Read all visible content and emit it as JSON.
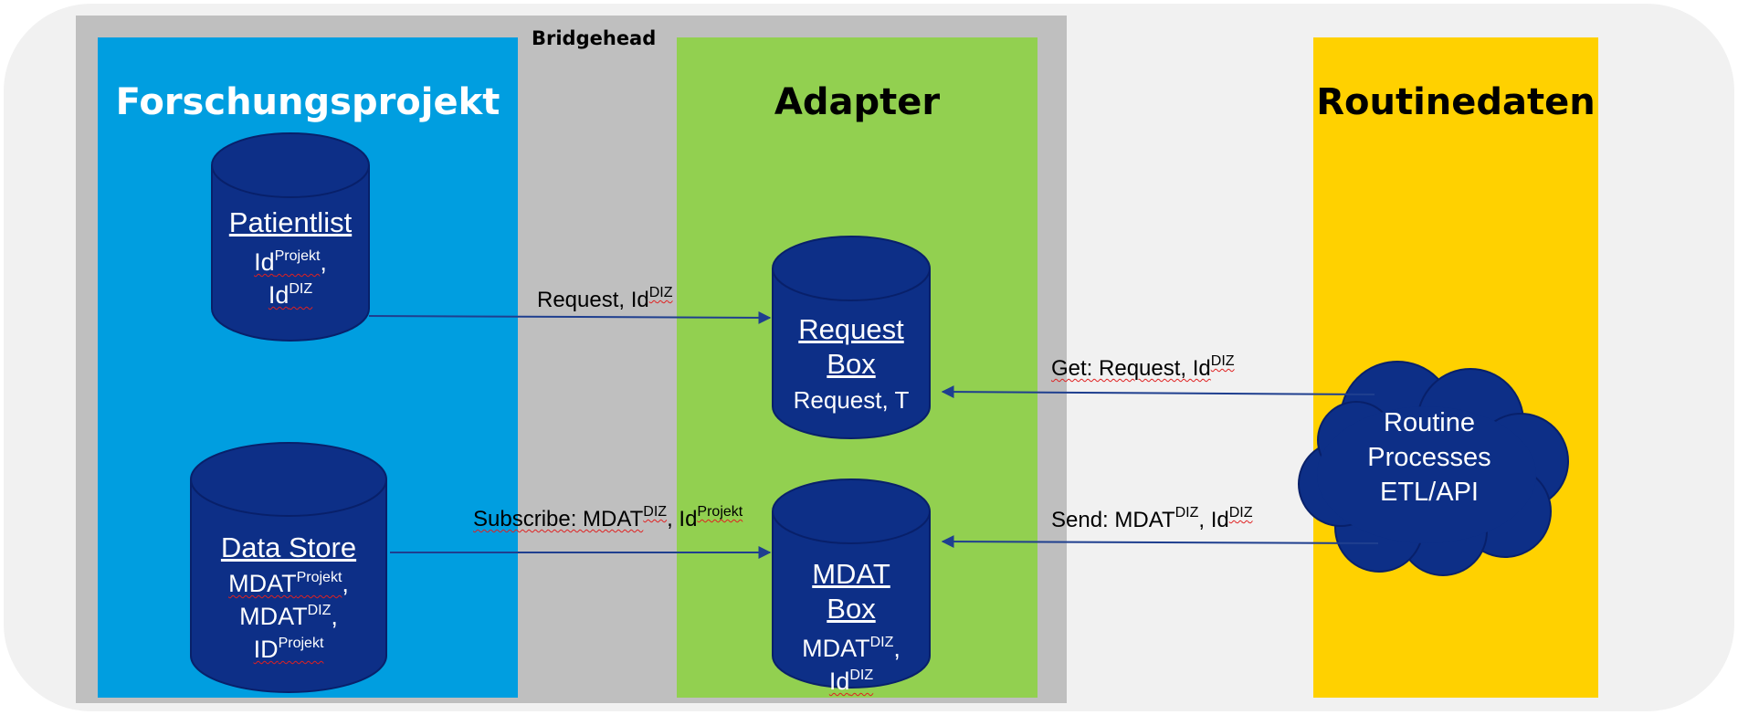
{
  "regions": {
    "bridgehead": "Bridgehead",
    "forschungsprojekt": "Forschungsprojekt",
    "adapter": "Adapter",
    "routinedaten": "Routinedaten"
  },
  "nodes": {
    "patientlist": {
      "title": "Patientlist",
      "line1": "Id",
      "line1_sup": "Projekt",
      "line1_suffix": ",",
      "line2": "Id",
      "line2_sup": "DIZ"
    },
    "data_store": {
      "title": "Data Store",
      "line1": "MDAT",
      "line1_sup": "Projekt",
      "line1_suffix": ",",
      "line2": "MDAT",
      "line2_sup": "DIZ",
      "line2_suffix": ",",
      "line3": "ID",
      "line3_sup": "Projekt"
    },
    "request_box": {
      "title_line1": "Request",
      "title_line2": "Box",
      "body": "Request, T"
    },
    "mdat_box": {
      "title_line1": "MDAT",
      "title_line2": "Box",
      "line1": "MDAT",
      "line1_sup": "DIZ",
      "line1_suffix": ",",
      "line2": "Id",
      "line2_sup": "DIZ"
    },
    "routine_processes": {
      "line1": "Routine",
      "line2": "Processes",
      "line3": "ETL/API"
    }
  },
  "edges": {
    "request": {
      "text": "Request, Id",
      "sup": "DIZ"
    },
    "subscribe": {
      "text1": "Subscribe: MDAT",
      "sup1": "DIZ",
      "text2": ", Id",
      "sup2": "Projekt"
    },
    "get": {
      "text": "Get: Request, Id",
      "sup": "DIZ"
    },
    "send": {
      "text1": "Send: MDAT",
      "sup1": "DIZ",
      "text2": ", Id",
      "sup2": "DIZ"
    }
  },
  "colors": {
    "forschungsprojekt": "#009ee0",
    "adapter": "#92d050",
    "routinedaten": "#ffd100",
    "bridgehead": "#bfbfbf",
    "node_fill": "#0d2f87",
    "arrow": "#1f3f8f"
  }
}
